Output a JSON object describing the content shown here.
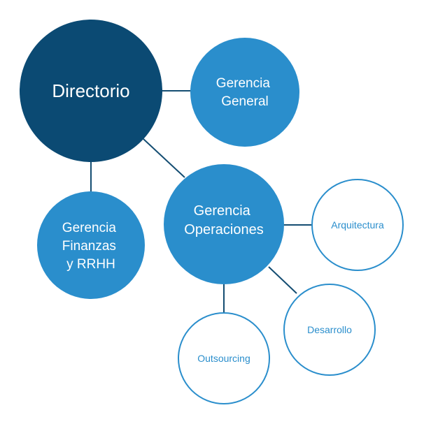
{
  "colors": {
    "dark": "#0B4A73",
    "medium": "#2A8ECC",
    "outline": "#2A8ECC",
    "line": "#144D72",
    "white_text": "#FFFFFF",
    "outline_text": "#2A8ECC"
  },
  "nodes": {
    "directorio": {
      "lines": [
        "Directorio"
      ]
    },
    "gerencia_general": {
      "lines": [
        "Gerencia",
        "General"
      ]
    },
    "gerencia_finanzas": {
      "lines": [
        "Gerencia",
        "Finanzas",
        "y RRHH"
      ]
    },
    "gerencia_operaciones": {
      "lines": [
        "Gerencia",
        "Operaciones"
      ]
    },
    "arquitectura": {
      "lines": [
        "Arquitectura"
      ]
    },
    "desarrollo": {
      "lines": [
        "Desarrollo"
      ]
    },
    "outsourcing": {
      "lines": [
        "Outsourcing"
      ]
    }
  }
}
